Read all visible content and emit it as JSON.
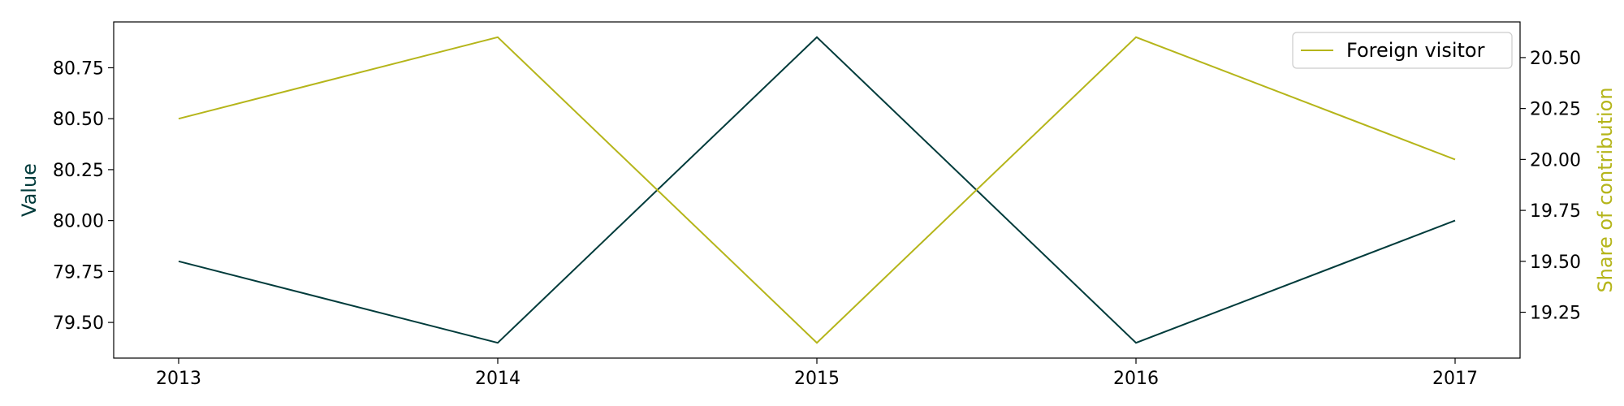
{
  "chart_data": {
    "type": "line",
    "title": "",
    "x": [
      "2013",
      "2014",
      "2015",
      "2016",
      "2017"
    ],
    "series": [
      {
        "name": "",
        "axis": "left",
        "color": "#003b3b",
        "values": [
          79.8,
          79.4,
          80.9,
          79.4,
          80.0
        ]
      },
      {
        "name": "Foreign visitor",
        "axis": "right",
        "color": "#b5b51a",
        "values": [
          20.2,
          20.6,
          19.1,
          20.6,
          20.0
        ]
      }
    ],
    "xlabel": "",
    "ylabel_left": "Value",
    "ylabel_right": "Share of contribution",
    "ylim_left": [
      79.325,
      80.975
    ],
    "ylim_right": [
      19.025,
      20.675
    ],
    "yticks_left": [
      79.5,
      79.75,
      80.0,
      80.25,
      80.5,
      80.75
    ],
    "yticks_left_labels": [
      "79.50",
      "79.75",
      "80.00",
      "80.25",
      "80.50",
      "80.75"
    ],
    "yticks_right": [
      19.25,
      19.5,
      19.75,
      20.0,
      20.25,
      20.5
    ],
    "yticks_right_labels": [
      "19.25",
      "19.50",
      "19.75",
      "20.00",
      "20.25",
      "20.50"
    ],
    "grid": false,
    "legend_position": "top-right",
    "legend_label": "Foreign visitor",
    "colors": {
      "left_axis": "#003b3b",
      "right_axis": "#b5b51a"
    }
  }
}
